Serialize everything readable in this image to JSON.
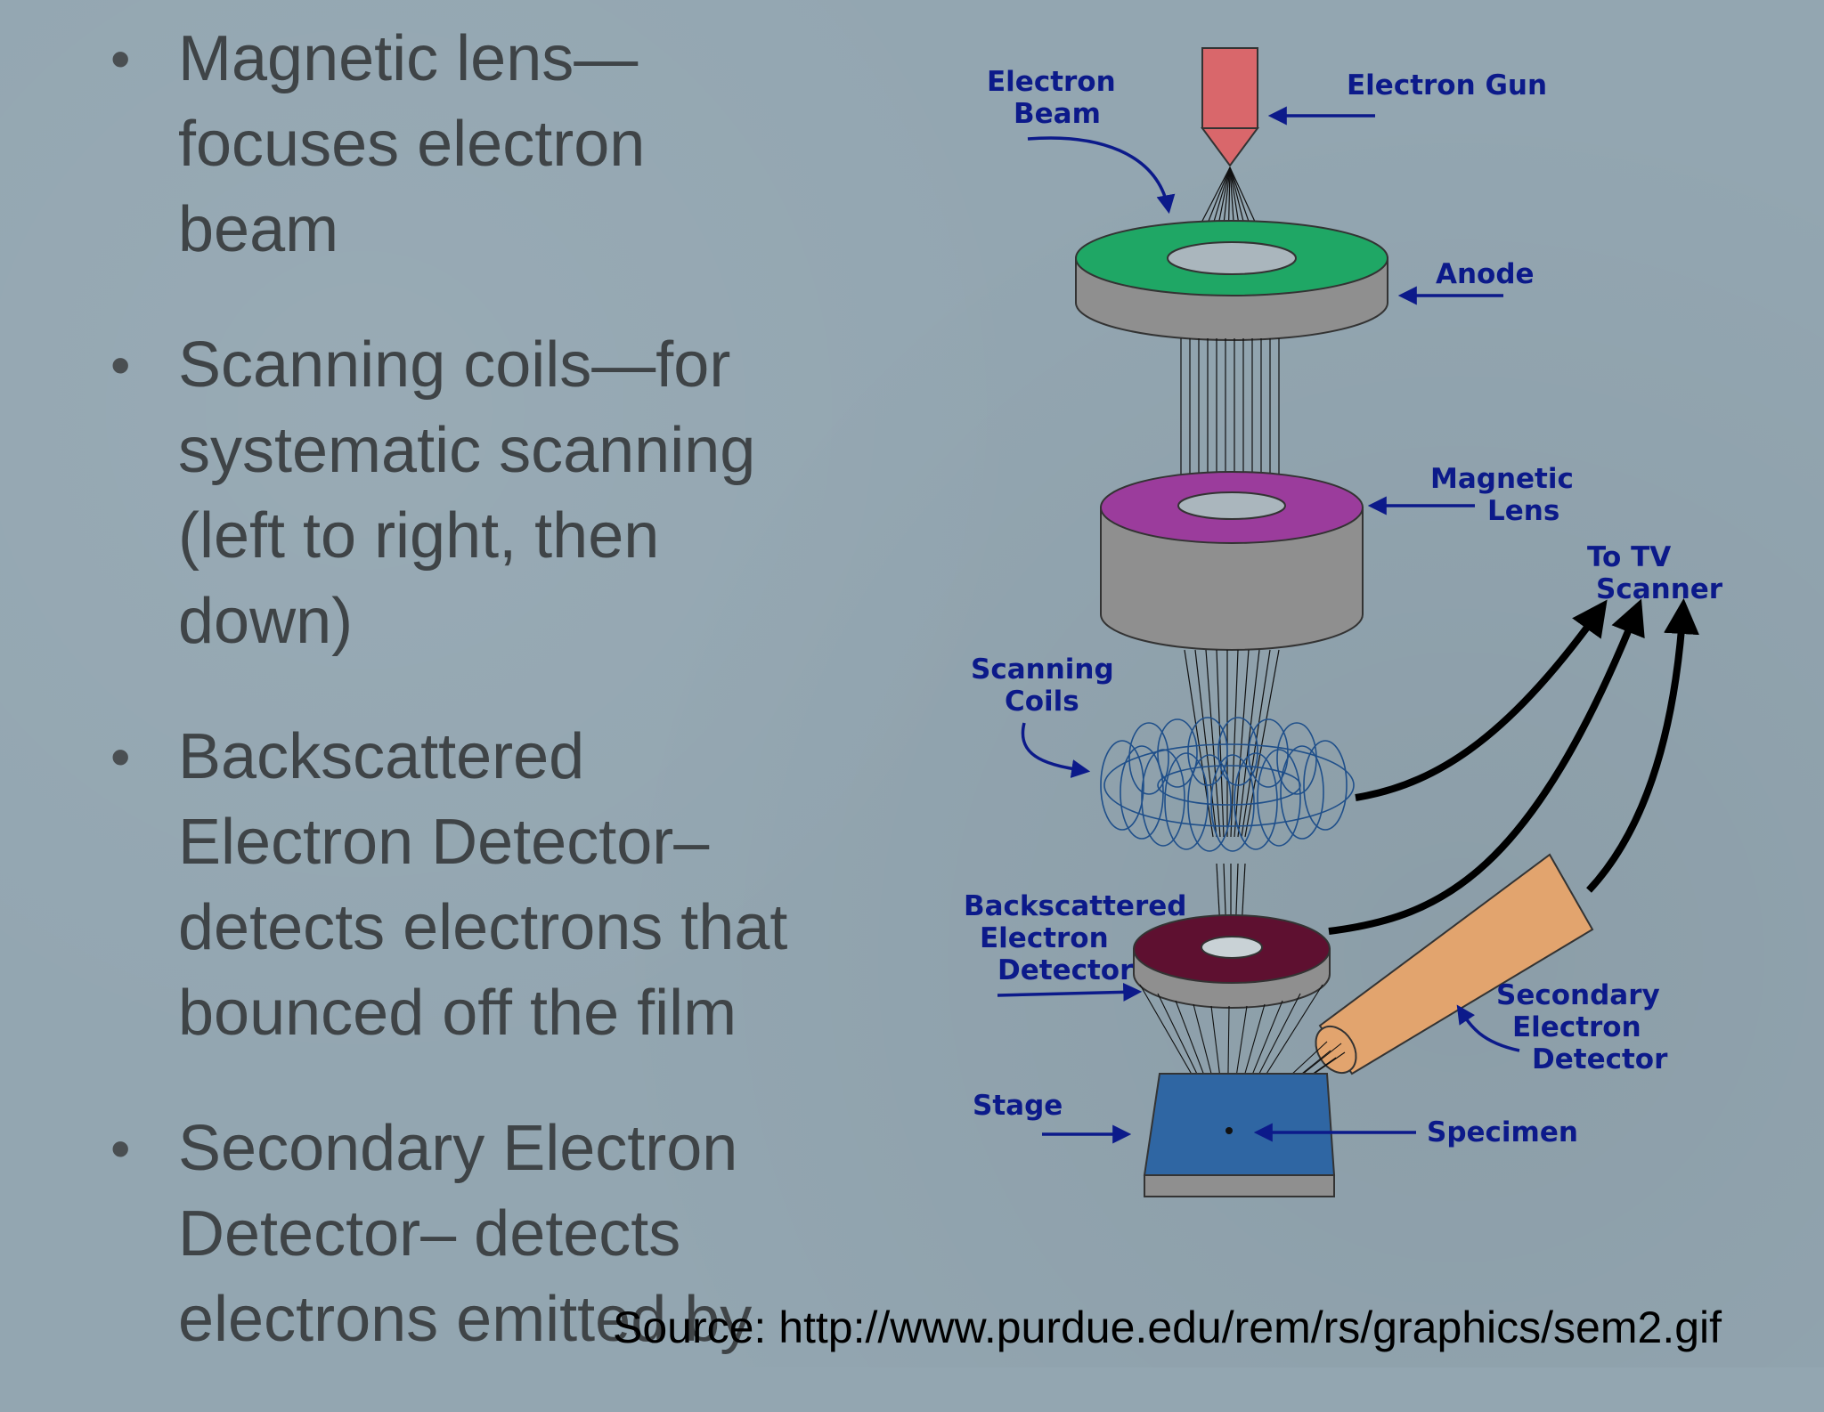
{
  "bullets": [
    {
      "text": "Magnetic lens—\nfocuses electron\nbeam"
    },
    {
      "text": "Scanning coils—for\nsystematic scanning\n(left to right, then\ndown)"
    },
    {
      "text": "Backscattered\nElectron Detector–\ndetects electrons that\nbounced off the film"
    },
    {
      "text": "Secondary Electron\nDetector– detects\nelectrons emitted by"
    }
  ],
  "diagram": {
    "labels": {
      "electron_beam": [
        "Electron",
        "Beam"
      ],
      "electron_gun": "Electron Gun",
      "anode": "Anode",
      "magnetic_lens": [
        "Magnetic",
        "Lens"
      ],
      "to_tv_scanner": [
        "To TV",
        "Scanner"
      ],
      "scanning_coils": [
        "Scanning",
        "Coils"
      ],
      "backscattered_detector": [
        "Backscattered",
        "Electron",
        "Detector"
      ],
      "secondary_detector": [
        "Secondary",
        "Electron",
        "Detector"
      ],
      "stage": "Stage",
      "specimen": "Specimen"
    },
    "colors": {
      "gun": "#d9676b",
      "anode": "#1fa765",
      "lens": "#9b3c9c",
      "body": "#8f8f8f",
      "coils": "#1f4f8a",
      "detector": "#5e1030",
      "secondary": "#e2a46e",
      "stage": "#2f66a3",
      "label": "#0c1a8a"
    }
  },
  "source": "Source: http://www.purdue.edu/rem/rs/graphics/sem2.gif"
}
